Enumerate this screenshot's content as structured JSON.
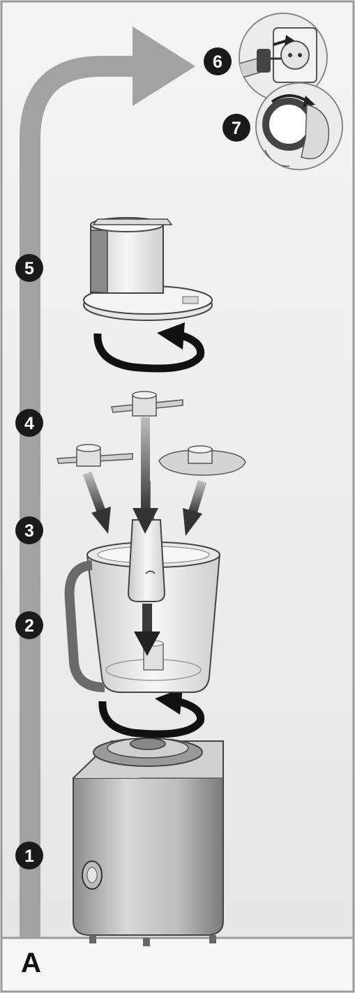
{
  "figure": {
    "label": "A"
  },
  "steps": [
    {
      "number": "1",
      "part": "motor-base"
    },
    {
      "number": "2",
      "part": "work-bowl"
    },
    {
      "number": "3",
      "part": "drive-shaft"
    },
    {
      "number": "4",
      "part": "blade-attachments"
    },
    {
      "number": "5",
      "part": "lid-with-feed-tube"
    },
    {
      "number": "6",
      "part": "plug-into-socket"
    },
    {
      "number": "7",
      "part": "turn-on-dial"
    }
  ],
  "colors": {
    "panel_background": "#eeeeee",
    "panel_border": "#999999",
    "flow_arrow": "#a2a2a2",
    "badge": "#1a1a1a",
    "rotate_arrow": "#111111",
    "down_arrow": "#3a3a3a"
  }
}
